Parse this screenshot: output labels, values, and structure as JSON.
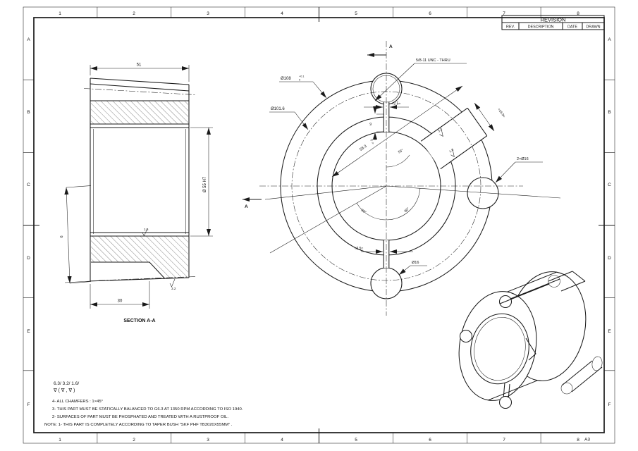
{
  "sheet": {
    "size": "A3"
  },
  "border": {
    "columns": [
      "1",
      "2",
      "3",
      "4",
      "5",
      "6",
      "7",
      "8"
    ],
    "rows": [
      "A",
      "B",
      "C",
      "D",
      "E",
      "F"
    ]
  },
  "revision": {
    "title": "REVISION",
    "rev": "REV.",
    "description": "DESCRIPTION",
    "date": "DATE",
    "drawn": "DRAWN"
  },
  "section": {
    "title": "SECTION A-A",
    "len": "51",
    "bore": "Ø 55 H7",
    "key_len": "30",
    "side": "6",
    "finish_top": "1.6",
    "finish_bottom": "3.2"
  },
  "front": {
    "thread": "5/8-11 UNC - THRU",
    "od": "Ø108",
    "od_tu": "+0.1",
    "od_tl": "0",
    "bc": "Ø101.6",
    "slot_top": "≈2.5≈",
    "slot_bottom": "≈2.5≈",
    "slot_depth": "9",
    "key": "58.3",
    "key_tu": "+0.2",
    "key_tl": "0",
    "key_angle": "55°",
    "key_width": "≈16.9≈",
    "holes": "2×Ø16",
    "hole": "Ø16",
    "angle_left": "60°",
    "angle_right": "80°",
    "fin_a": "3.2",
    "fin_b": "1.6",
    "section_letter": "A"
  },
  "notes": {
    "fin1": "6.3/  3.2/  1.6/",
    "fin2": "∇ ( ∇ , ∇ )",
    "n4": "4- ALL CHAMFERS : 1×45°",
    "n3": "3- THIS PART MUST BE STATICALLY BALANCED TO G6.3 AT 1350 RPM ACCORDING TO ISO 1940.",
    "n2": "2- SURFACES OF PART MUST BE PHOSPHATED AND TREATED WITH A RUSTPROOF OIL.",
    "n1": "NOTE: 1- THIS PART IS COMPLETELY ACCORDING TO TAPER BUSH \"SKF PHF TB3020X55MM\" ."
  }
}
